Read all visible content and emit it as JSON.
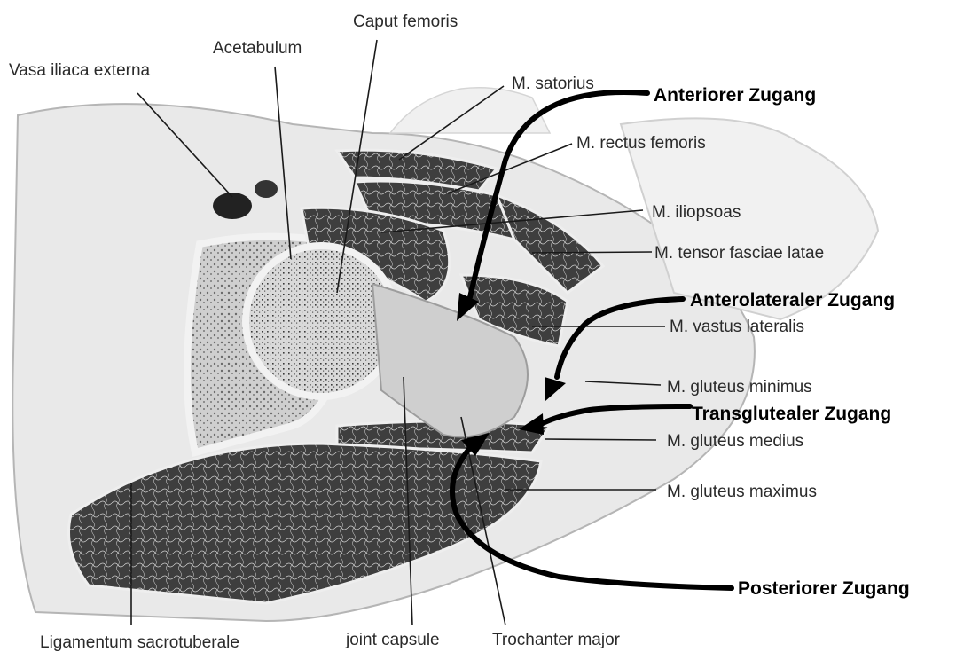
{
  "colors": {
    "muscle": "#4a4a4a",
    "bone_cortex": "#dcdcdc",
    "bone_spongy": "#9a9a9a",
    "fat": "#e8e8e8",
    "background": "#ffffff",
    "arrow": "#000000"
  },
  "labels": {
    "vasa_iliaca": "Vasa iliaca externa",
    "acetabulum": "Acetabulum",
    "caput_femoris": "Caput femoris",
    "satorius": "M. satorius",
    "rectus_femoris": "M. rectus femoris",
    "iliopsoas": "M. iliopsoas",
    "tensor": "M. tensor fasciae latae",
    "vastus": "M. vastus lateralis",
    "gluteus_minimus": "M. gluteus minimus",
    "gluteus_medius": "M. gluteus medius",
    "gluteus_maximus": "M. gluteus maximus",
    "lig_sacrotuberale": "Ligamentum sacrotuberale",
    "joint_capsule": "joint capsule",
    "trochanter": "Trochanter major"
  },
  "approaches": {
    "anterior": "Anteriorer Zugang",
    "anterolateral": "Anterolateraler Zugang",
    "transgluteal": "Transglutealer Zugang",
    "posterior": "Posteriorer Zugang"
  }
}
